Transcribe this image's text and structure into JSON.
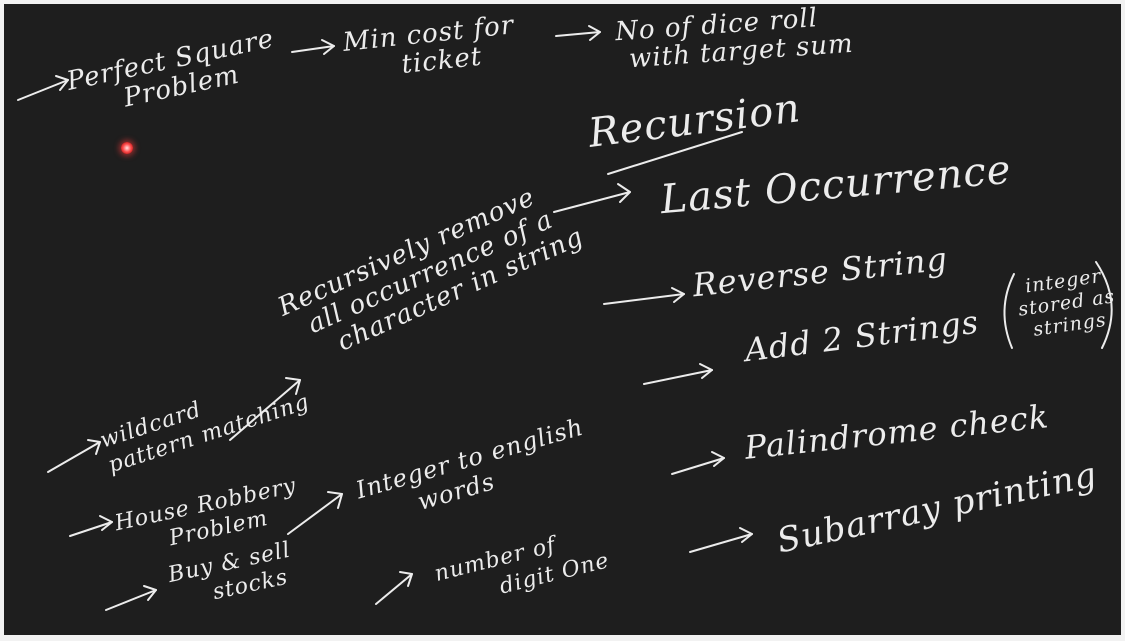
{
  "board": {
    "notes": [
      {
        "id": "perfect-square",
        "lines": [
          "Perfect Square",
          "Problem"
        ]
      },
      {
        "id": "min-cost-ticket",
        "lines": [
          "Min cost for",
          "ticket"
        ]
      },
      {
        "id": "dice-roll",
        "lines": [
          "No of dice roll",
          "with target sum"
        ]
      },
      {
        "id": "recursion",
        "lines": [
          "Recursion"
        ]
      },
      {
        "id": "last-occurrence",
        "lines": [
          "Last Occurrence"
        ]
      },
      {
        "id": "remove-occurrence",
        "lines": [
          "Recursively remove",
          "all occurrence of a",
          "character in string"
        ]
      },
      {
        "id": "reverse-string",
        "lines": [
          "Reverse String"
        ]
      },
      {
        "id": "add-strings",
        "lines": [
          "Add 2 Strings"
        ]
      },
      {
        "id": "integer-strings",
        "lines": [
          "integer",
          "stored as",
          "strings"
        ]
      },
      {
        "id": "wildcard",
        "lines": [
          "wildcard",
          "pattern matching"
        ]
      },
      {
        "id": "palindrome",
        "lines": [
          "Palindrome check"
        ]
      },
      {
        "id": "house-robbery",
        "lines": [
          "House Robbery",
          "Problem"
        ]
      },
      {
        "id": "integer-english",
        "lines": [
          "Integer to english",
          "words"
        ]
      },
      {
        "id": "subarray",
        "lines": [
          "Subarray printing"
        ]
      },
      {
        "id": "buy-sell",
        "lines": [
          "Buy & sell",
          "stocks"
        ]
      },
      {
        "id": "number-of-digits",
        "lines": [
          "number of",
          "digit One"
        ]
      }
    ],
    "ink_color": "#ececec",
    "background_color": "#1e1e1e",
    "pointer_color": "#ff5050"
  }
}
